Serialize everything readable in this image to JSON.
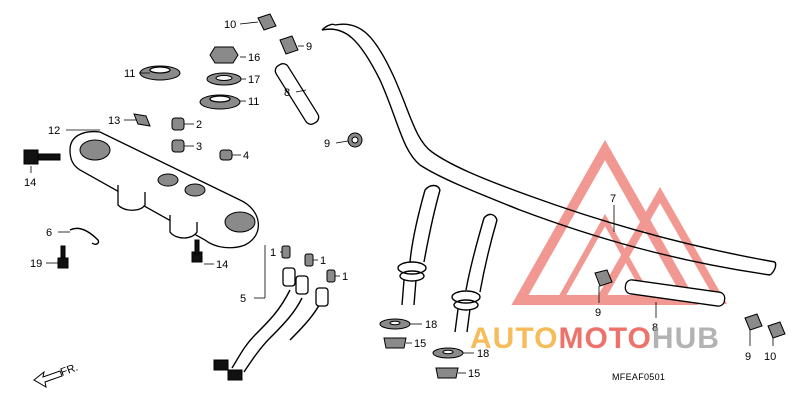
{
  "diagram": {
    "code": "MFEAF0501",
    "direction_label": "FR.",
    "callouts": {
      "p1a": "1",
      "p1b": "1",
      "p1c": "1",
      "p2": "2",
      "p3": "3",
      "p4": "4",
      "p5": "5",
      "p6": "6",
      "p7": "7",
      "p8l": "8",
      "p8r": "8",
      "p9a": "9",
      "p9b": "9",
      "p9c": "9",
      "p9d": "9",
      "p10a": "10",
      "p10b": "10",
      "p11a": "11",
      "p11b": "11",
      "p12": "12",
      "p13": "13",
      "p14a": "14",
      "p14b": "14",
      "p15a": "15",
      "p15b": "15",
      "p16": "16",
      "p17": "17",
      "p18a": "18",
      "p18b": "18",
      "p19": "19"
    }
  },
  "watermark": {
    "part1": "AUTO",
    "part2": "MOTO",
    "part3": "HUB",
    "colors": {
      "orange": "#f5a623",
      "red": "#e8443a",
      "grey": "#9a9a9a"
    }
  }
}
